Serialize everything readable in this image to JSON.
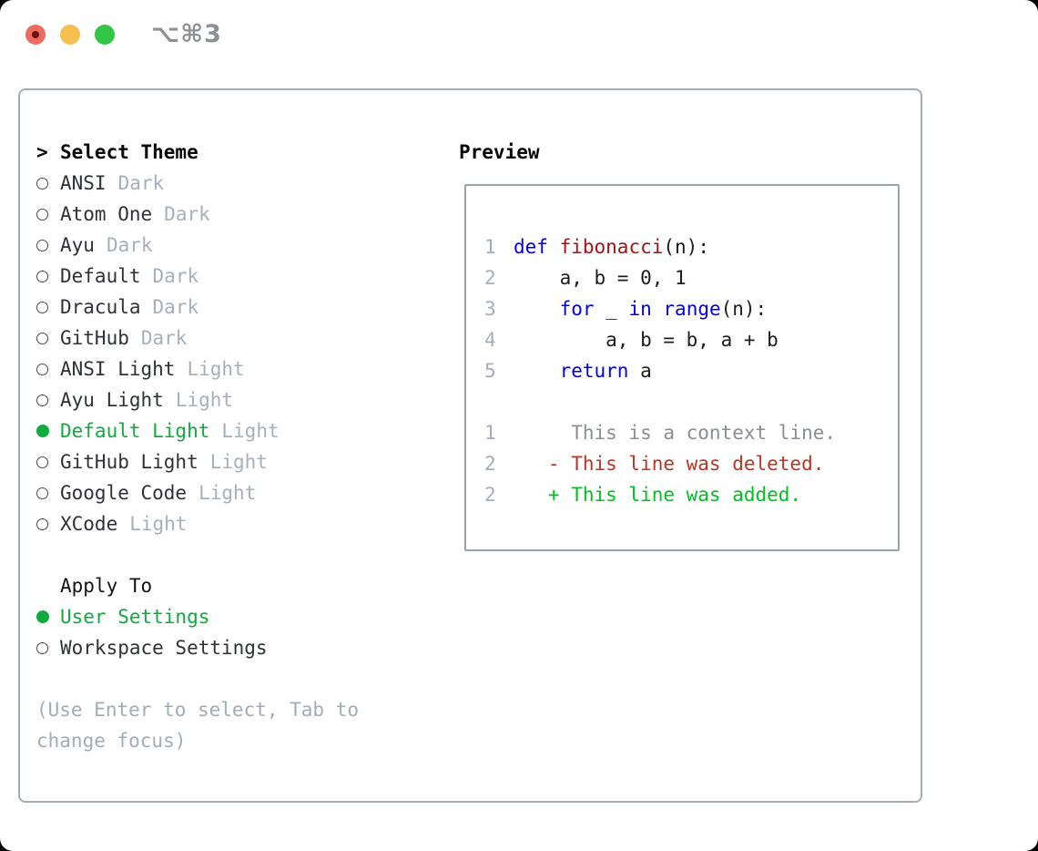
{
  "window": {
    "title": "⌥⌘3"
  },
  "theme_selector": {
    "prompt": ">",
    "title": "Select Theme",
    "items": [
      {
        "name": "ANSI",
        "variant": "Dark",
        "selected": false
      },
      {
        "name": "Atom One",
        "variant": "Dark",
        "selected": false
      },
      {
        "name": "Ayu",
        "variant": "Dark",
        "selected": false
      },
      {
        "name": "Default",
        "variant": "Dark",
        "selected": false
      },
      {
        "name": "Dracula",
        "variant": "Dark",
        "selected": false
      },
      {
        "name": "GitHub",
        "variant": "Dark",
        "selected": false
      },
      {
        "name": "ANSI Light",
        "variant": "Light",
        "selected": false
      },
      {
        "name": "Ayu Light",
        "variant": "Light",
        "selected": false
      },
      {
        "name": "Default Light",
        "variant": "Light",
        "selected": true
      },
      {
        "name": "GitHub Light",
        "variant": "Light",
        "selected": false
      },
      {
        "name": "Google Code",
        "variant": "Light",
        "selected": false
      },
      {
        "name": "XCode",
        "variant": "Light",
        "selected": false
      }
    ]
  },
  "apply_to": {
    "title": "Apply To",
    "options": [
      {
        "label": "User Settings",
        "selected": true
      },
      {
        "label": "Workspace Settings",
        "selected": false
      }
    ]
  },
  "hint": [
    "(Use Enter to select, Tab to",
    "change focus)"
  ],
  "preview": {
    "title": "Preview",
    "code_lines": [
      {
        "num": "1",
        "tokens": [
          [
            "def",
            "kw"
          ],
          [
            " ",
            ""
          ],
          [
            "fibonacci",
            "fn"
          ],
          [
            "(n):",
            ""
          ]
        ]
      },
      {
        "num": "2",
        "tokens": [
          [
            "    a, b = 0, 1",
            ""
          ]
        ]
      },
      {
        "num": "3",
        "tokens": [
          [
            "    ",
            ""
          ],
          [
            "for",
            "kw"
          ],
          [
            " _ ",
            ""
          ],
          [
            "in",
            "kw"
          ],
          [
            " ",
            ""
          ],
          [
            "range",
            "kw"
          ],
          [
            "(n):",
            ""
          ]
        ]
      },
      {
        "num": "4",
        "tokens": [
          [
            "        a, b = b, a + b",
            ""
          ]
        ]
      },
      {
        "num": "5",
        "tokens": [
          [
            "    ",
            ""
          ],
          [
            "return",
            "kw"
          ],
          [
            " a",
            ""
          ]
        ]
      }
    ],
    "diff_lines": [
      {
        "num": "1",
        "text": "     This is a context line.",
        "kind": "context"
      },
      {
        "num": "2",
        "text": "   - This line was deleted.",
        "kind": "deleted"
      },
      {
        "num": "2",
        "text": "   + This line was added.",
        "kind": "added"
      }
    ]
  },
  "colors": {
    "selection_green": "#10ab3e",
    "diff_added_green": "#00c121",
    "diff_deleted_red": "#be3423",
    "keyword_blue": "#0000ee",
    "function_red": "#a31515",
    "muted_gray": "#a6b0bc",
    "panel_border": "#9aa2ad",
    "traffic_red": "#ee6b5f",
    "traffic_yellow": "#f5bf4f",
    "traffic_green": "#33c748"
  }
}
